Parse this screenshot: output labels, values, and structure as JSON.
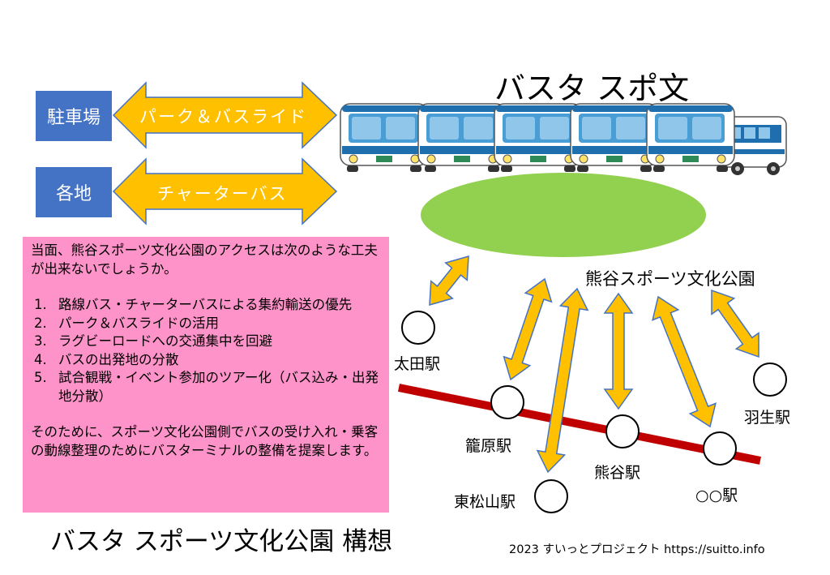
{
  "header": {
    "title": "バスタ スポ文"
  },
  "left_panel": {
    "parking": {
      "label": "駐車場",
      "arrow_label": "パーク＆バスライド"
    },
    "regions": {
      "label": "各地",
      "arrow_label": "チャーターバス"
    }
  },
  "proposal": {
    "intro": "当面、熊谷スポーツ文化公園のアクセスは次のような工夫が出来ないでしょうか。",
    "items": [
      {
        "num": "1.",
        "text": "路線バス・チャーターバスによる集約輸送の優先"
      },
      {
        "num": "2.",
        "text": "パーク＆バスライドの活用"
      },
      {
        "num": "3.",
        "text": "ラグビーロードへの交通集中を回避"
      },
      {
        "num": "4.",
        "text": "バスの出発地の分散"
      },
      {
        "num": "5.",
        "text": "試合観戦・イベント参加のツアー化（バス込み・出発地分散）"
      }
    ],
    "closing": "そのために、スポーツ文化公園側でバスの受け入れ・乗客の動線整理のためにバスターミナルの整備を提案します。"
  },
  "map": {
    "park_label": "熊谷スポーツ文化公園",
    "stations": {
      "ota": "太田駅",
      "kagohara": "籠原駅",
      "kumagaya": "熊谷駅",
      "higashimatsuyama": "東松山駅",
      "other": "○○駅",
      "hanyu": "羽生駅"
    }
  },
  "footer": {
    "title": "バスタ スポーツ文化公園 構想",
    "credit": "2023 すいっとプロジェクト https://suitto.info"
  },
  "colors": {
    "box_blue": "#4472c4",
    "arrow_orange": "#ffc000",
    "ellipse_green": "#92d050",
    "pink": "#fd93c8",
    "rail_red": "#c00000",
    "bus_blue": "#1f6fae"
  }
}
